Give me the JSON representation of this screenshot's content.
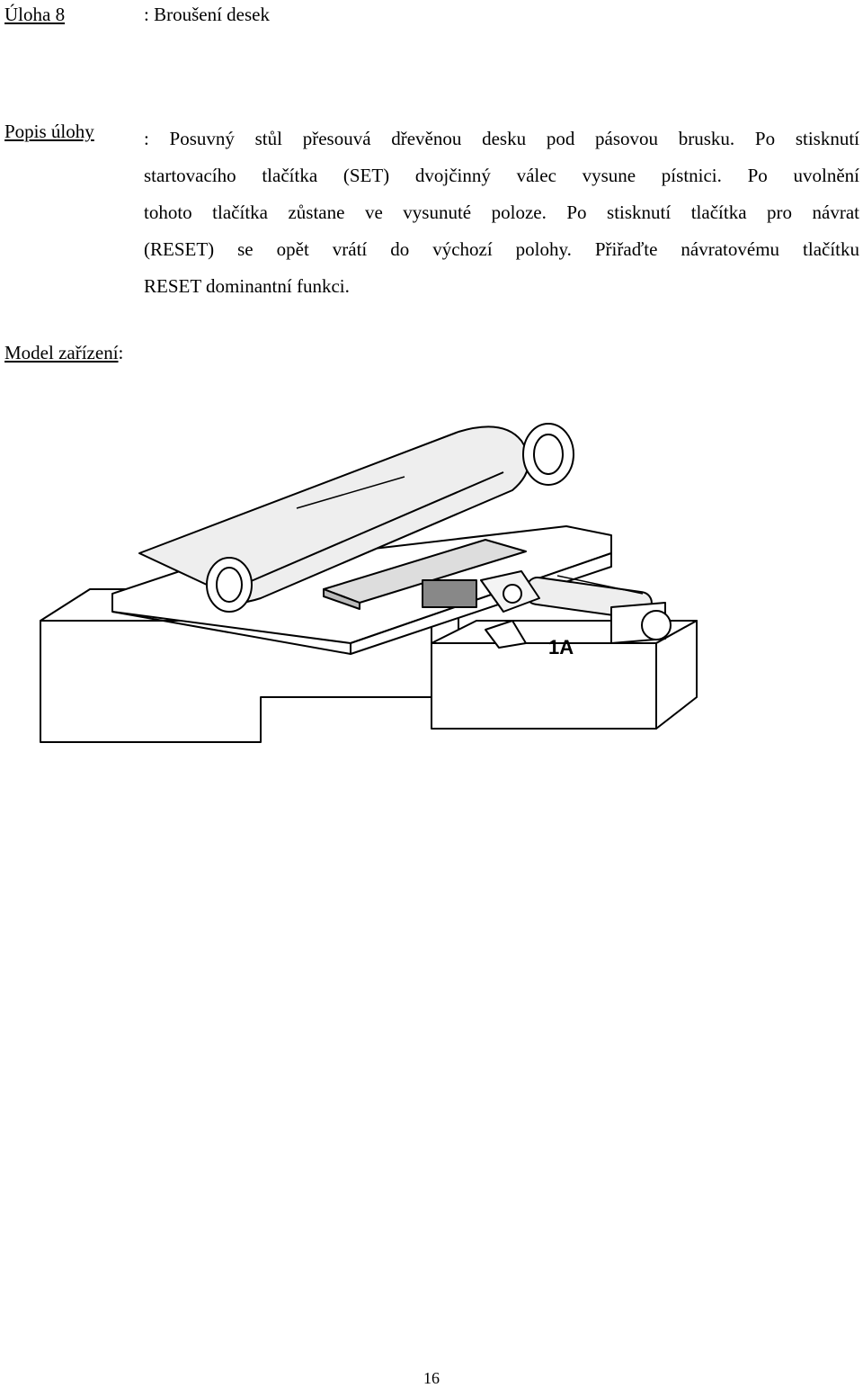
{
  "task": {
    "label": "Úloha 8",
    "title": ": Broušení desek"
  },
  "description": {
    "label": "Popis úlohy",
    "lines": [
      ": Posuvný stůl přesouvá dřevěnou desku pod pásovou brusku. Po stisknutí",
      "startovacího tlačítka (SET) dvojčinný válec vysune pístnici. Po uvolnění",
      "tohoto tlačítka zůstane ve vysunuté poloze. Po stisknutí tlačítka pro návrat",
      "(RESET) se opět vrátí do výchozí polohy. Přiřaďte návratovému tlačítku",
      "RESET dominantní funkci."
    ]
  },
  "model": {
    "label": "Model zařízení",
    "colon": ":"
  },
  "figure": {
    "cylinder_label": "1A"
  },
  "page_number": "16"
}
